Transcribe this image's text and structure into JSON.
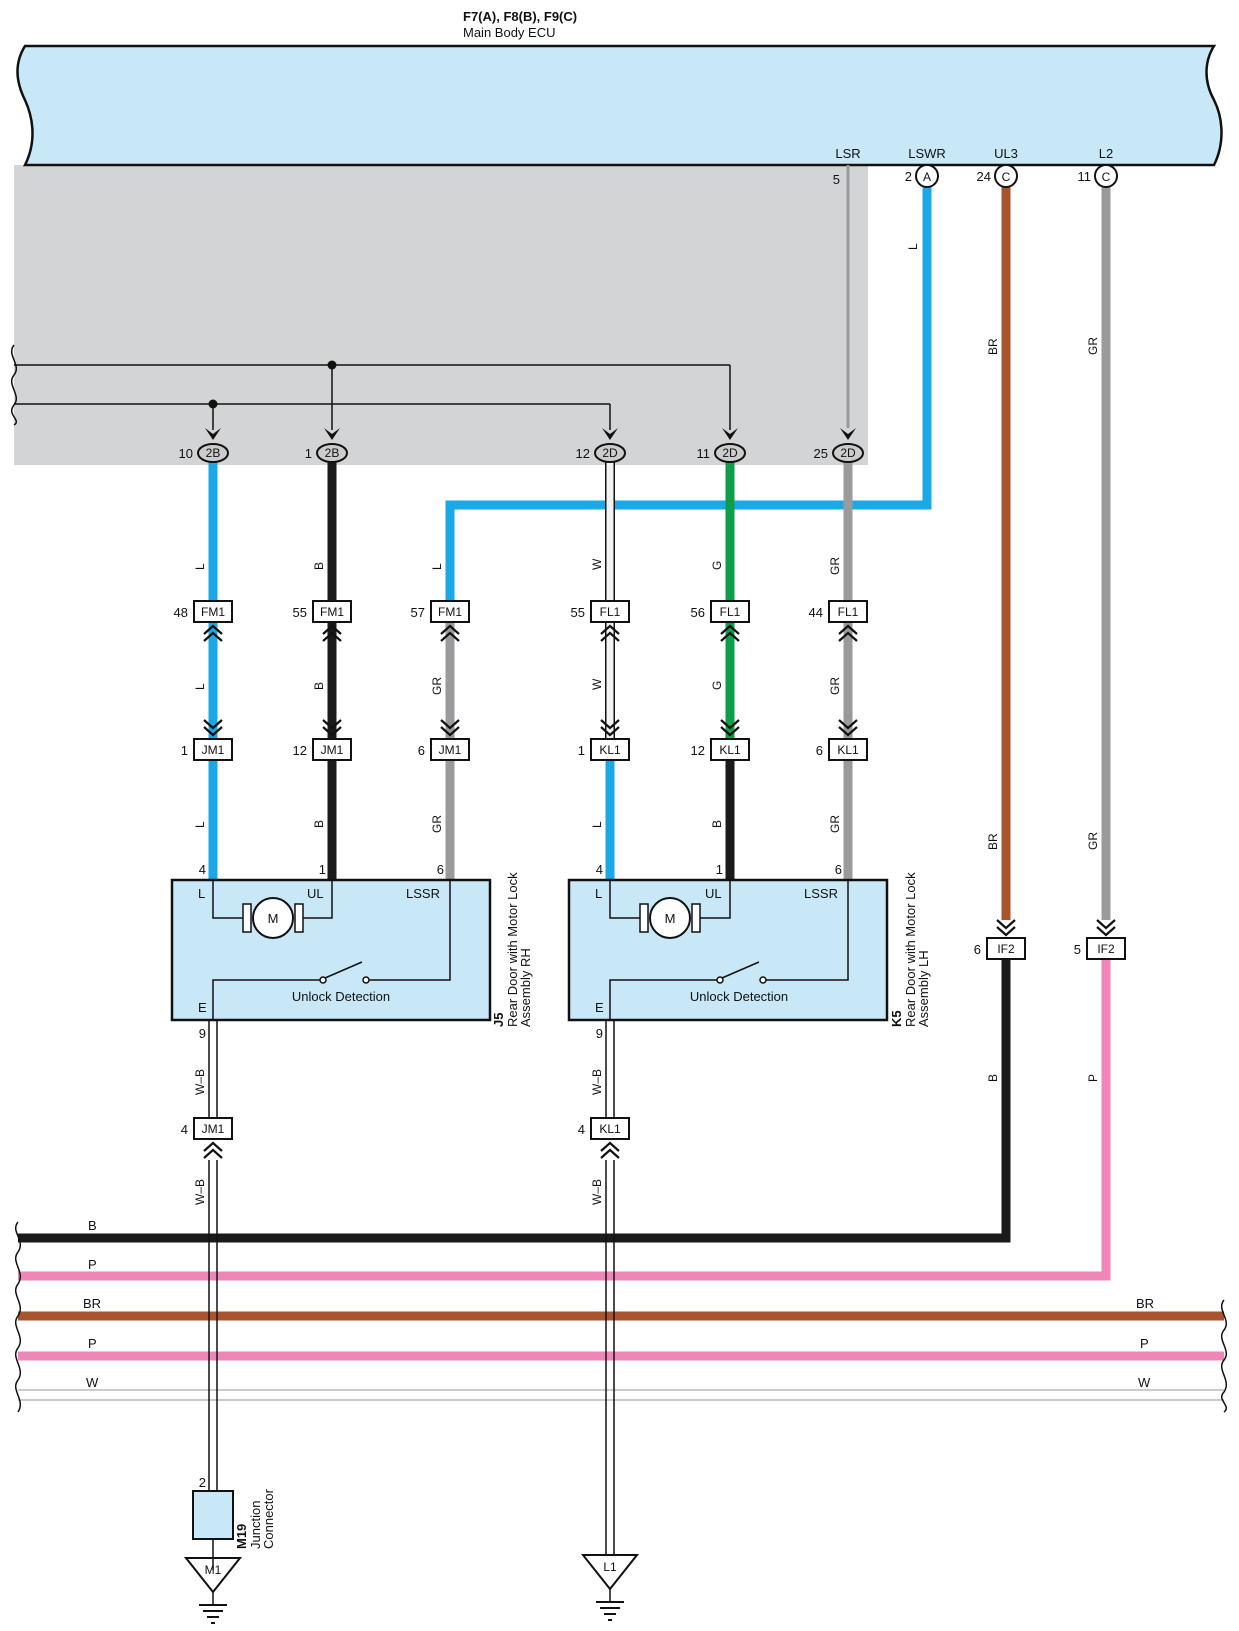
{
  "colors": {
    "ecu_fill": "#c8e8f8",
    "grey_area": "#d3d4d6",
    "L": "#1aa9e6",
    "B": "#1a1a1a",
    "W": "#f2f2f2",
    "G": "#0e9e4a",
    "GR": "#999a9c",
    "BR": "#a8552f",
    "P": "#ef86b8",
    "WB": "#f2f2f2",
    "component_fill": "#c8e8f8"
  },
  "ecu": {
    "title": "F7(A), F8(B), F9(C)",
    "subtitle": "Main Body ECU",
    "terminals": [
      {
        "name": "LSR",
        "pin": "5",
        "connector": ""
      },
      {
        "name": "LSWR",
        "pin": "2",
        "connector": "A"
      },
      {
        "name": "UL3",
        "pin": "24",
        "connector": "C"
      },
      {
        "name": "L2",
        "pin": "11",
        "connector": "C"
      }
    ]
  },
  "junction_top": [
    {
      "pin": "10",
      "id": "2B"
    },
    {
      "pin": "1",
      "id": "2B"
    },
    {
      "pin": "12",
      "id": "2D"
    },
    {
      "pin": "11",
      "id": "2D"
    },
    {
      "pin": "25",
      "id": "2D"
    }
  ],
  "connectors": {
    "fm1_48": {
      "pin": "48",
      "name": "FM1"
    },
    "fm1_55": {
      "pin": "55",
      "name": "FM1"
    },
    "fm1_57": {
      "pin": "57",
      "name": "FM1"
    },
    "fl1_55": {
      "pin": "55",
      "name": "FL1"
    },
    "fl1_56": {
      "pin": "56",
      "name": "FL1"
    },
    "fl1_44": {
      "pin": "44",
      "name": "FL1"
    },
    "jm1_1": {
      "pin": "1",
      "name": "JM1"
    },
    "jm1_12": {
      "pin": "12",
      "name": "JM1"
    },
    "jm1_6": {
      "pin": "6",
      "name": "JM1"
    },
    "kl1_1": {
      "pin": "1",
      "name": "KL1"
    },
    "kl1_12": {
      "pin": "12",
      "name": "KL1"
    },
    "kl1_6": {
      "pin": "6",
      "name": "KL1"
    },
    "if2_6": {
      "pin": "6",
      "name": "IF2"
    },
    "if2_5": {
      "pin": "5",
      "name": "IF2"
    },
    "jm1_4": {
      "pin": "4",
      "name": "JM1"
    },
    "kl1_4": {
      "pin": "4",
      "name": "KL1"
    }
  },
  "wire_labels": {
    "L": "L",
    "B": "B",
    "W": "W",
    "G": "G",
    "GR": "GR",
    "BR": "BR",
    "P": "P",
    "WB": "W–B"
  },
  "assembly_rh": {
    "code": "J5",
    "name_line1": "Rear Door with Motor Lock",
    "name_line2": "Assembly RH",
    "term_l": "L",
    "term_ul": "UL",
    "term_lssr": "LSSR",
    "term_e": "E",
    "pin_l": "4",
    "pin_ul": "1",
    "pin_lssr": "6",
    "pin_e": "9",
    "motor": "M",
    "switch_label": "Unlock Detection"
  },
  "assembly_lh": {
    "code": "K5",
    "name_line1": "Rear Door with Motor Lock",
    "name_line2": "Assembly LH",
    "term_l": "L",
    "term_ul": "UL",
    "term_lssr": "LSSR",
    "term_e": "E",
    "pin_l": "4",
    "pin_ul": "1",
    "pin_lssr": "6",
    "pin_e": "9",
    "motor": "M",
    "switch_label": "Unlock Detection"
  },
  "junction_connector": {
    "code": "M19",
    "name_line1": "Junction",
    "name_line2": "Connector",
    "pin": "2"
  },
  "grounds": [
    {
      "id": "M1"
    },
    {
      "id": "L1"
    }
  ],
  "bus_labels": {
    "b": "B",
    "p1": "P",
    "br": "BR",
    "p2": "P",
    "w": "W",
    "br_right": "BR",
    "p_right": "P",
    "w_right": "W"
  }
}
